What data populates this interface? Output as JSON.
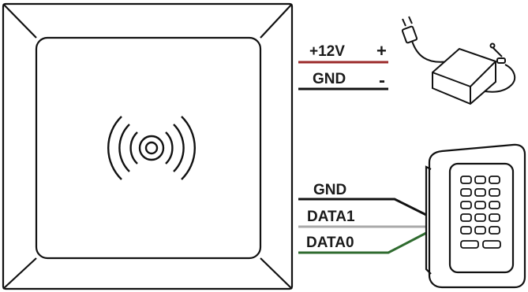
{
  "power": {
    "positive_label": "+12V",
    "positive_sign": "+",
    "negative_label": "GND",
    "negative_sign": "-",
    "positive_wire_color": "#9b2a2a",
    "negative_wire_color": "#111111"
  },
  "keypad_wiring": {
    "gnd_label": "GND",
    "data1_label": "DATA1",
    "data0_label": "DATA0",
    "gnd_wire_color": "#111111",
    "data1_wire_color": "#aaaaaa",
    "data0_wire_color": "#2f6b2f"
  },
  "icons": {
    "reader": "rfid-reader-icon",
    "signal": "contactless-signal-icon",
    "adapter": "power-adapter-icon",
    "keypad": "keypad-icon"
  }
}
